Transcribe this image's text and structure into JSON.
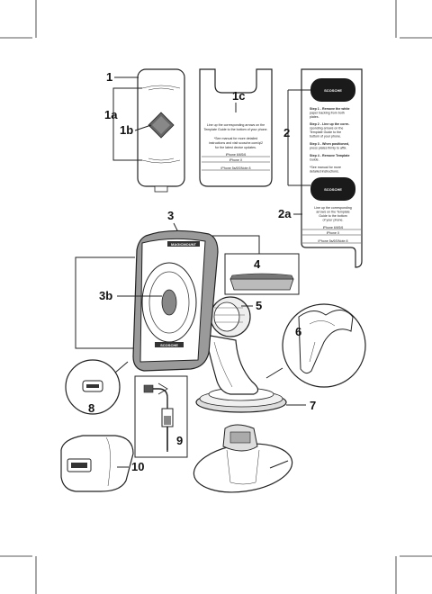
{
  "labels": {
    "l1": "1",
    "l1a": "1a",
    "l1b": "1b",
    "l1c": "1c",
    "l2": "2",
    "l2a": "2a",
    "l3": "3",
    "l3b": "3b",
    "l4": "4",
    "l5": "5",
    "l6": "6",
    "l7": "7",
    "l8": "8",
    "l9": "9",
    "l10": "10"
  },
  "template_card": {
    "instruction": [
      "Line up the corresponding arrows on the",
      "Template Guide to the bottom of your phone."
    ],
    "manual_note": [
      "*See manual for more detailed",
      "instructions and visit scosche.com/qi2",
      "for the latest device updates."
    ],
    "lines": [
      "iPhone 6/6S/6",
      "iPhone X",
      "iPhone 5s/6S/Note 8"
    ]
  },
  "plate_card": {
    "brand": "SCOSCHE",
    "steps": [
      [
        "Step 1 - Remove the white",
        "paper backing from both",
        "plates."
      ],
      [
        "Step 2 - Line up the corre-",
        "sponding arrows on the",
        "Template Guide to the",
        "bottom of your phone."
      ],
      [
        "Step 3 - When positioned,",
        "press plates firmly to affix."
      ],
      [
        "Step 4 - Remove Template",
        "Guide."
      ],
      [
        "*See manual for more",
        "detailed instructions."
      ]
    ],
    "bottom_instruction": [
      "Line up the corresponding",
      "arrows on the Template",
      "Guide to the bottom",
      "of your phone."
    ],
    "lines": [
      "iPhone 6/6S/6",
      "iPhone X",
      "iPhone 5s/6S/Note 8"
    ]
  },
  "device": {
    "brand_top": "MAGICMOUNT",
    "brand_bottom": "SCOSCHE"
  }
}
